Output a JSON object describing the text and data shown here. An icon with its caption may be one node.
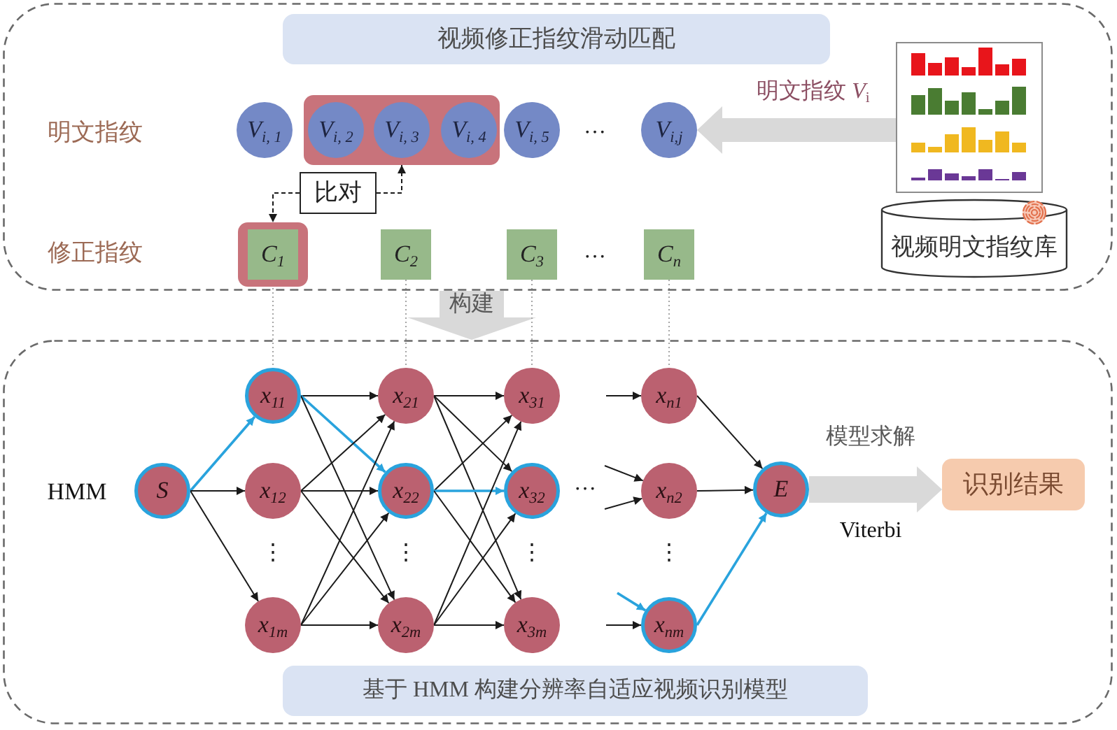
{
  "diagram": {
    "nodes": [
      {
        "text": [],
        "shape": "box"
      },
      {
        "text": [
          "视频修正指纹滑动匹配"
        ],
        "in": 0
      },
      {
        "text": [
          "V$_{i, 1}$"
        ],
        "in": 0
      },
      {
        "text": [],
        "shape": "box",
        "in": 0
      },
      {
        "text": [
          "V$_{i, 2}$"
        ],
        "in": 3
      },
      {
        "text": [
          "V$_{i, 3}$"
        ],
        "in": 3
      },
      {
        "text": [
          "V$_{i, 4}$"
        ],
        "in": 3
      },
      {
        "text": [
          "V$_{i, 5}$"
        ],
        "in": 0
      },
      {
        "text": [
          "V$_{i,j}$"
        ],
        "in": 0
      },
      {
        "text": [],
        "shape": "picture",
        "in": 0
      },
      {
        "text": [
          "比对"
        ],
        "in": 0
      },
      {
        "text": [],
        "shape": "box",
        "in": 0
      },
      {
        "text": [
          "C$_{1}$"
        ],
        "in": 11
      },
      {
        "text": [
          "C$_{2}$"
        ],
        "in": 0
      },
      {
        "text": [
          "C$_{3}$"
        ],
        "in": 0
      },
      {
        "text": [
          "C$_{n}$"
        ],
        "in": 0
      },
      {
        "text": [
          "视频明文指纹库"
        ],
        "in": 0
      },
      {
        "text": [],
        "shape": "box"
      },
      {
        "text": [
          "S"
        ],
        "in": 17
      },
      {
        "text": [
          "x$_{11}$"
        ],
        "in": 17
      },
      {
        "text": [
          "x$_{12}$"
        ],
        "in": 17
      },
      {
        "text": [
          "x$_{1m}$"
        ],
        "in": 17
      },
      {
        "text": [
          "x$_{21}$"
        ],
        "in": 17
      },
      {
        "text": [
          "x$_{22}$"
        ],
        "in": 17
      },
      {
        "text": [
          "x$_{2m}$"
        ],
        "in": 17
      },
      {
        "text": [
          "x$_{31}$"
        ],
        "in": 17
      },
      {
        "text": [
          "x$_{32}$"
        ],
        "in": 17
      },
      {
        "text": [
          "x$_{3m}$"
        ],
        "in": 17
      },
      {
        "text": [
          "x$_{n1}$"
        ],
        "in": 17
      },
      {
        "text": [
          "x$_{n2}$"
        ],
        "in": 17
      },
      {
        "text": [
          "x$_{nm}$"
        ],
        "in": 17
      },
      {
        "text": [
          "E"
        ],
        "in": 17
      },
      {
        "text": [
          "识别结果"
        ],
        "in": 17
      },
      {
        "text": [
          "基于 HMM 构建分辨率自适应视频识别模型"
        ],
        "in": 17
      }
    ],
    "edges": [
      {
        "from": 9,
        "to": 8,
        "arrow": "to",
        "label": "明文指纹 *V*$_{i}$",
        "style": "thick",
        "color": "#d9d9d9"
      },
      {
        "from": 10,
        "to": 11,
        "arrow": "to",
        "style": "dashed"
      },
      {
        "from": 10,
        "to": 3,
        "arrow": "to",
        "style": "dashed"
      },
      {
        "from": 0,
        "to": 17,
        "arrow": "to",
        "label": "构建",
        "style": "thick",
        "color": "#d9d9d9"
      },
      {
        "from": 12,
        "to": 19,
        "arrow": "none",
        "style": "dashed",
        "color": "#a6a6a6"
      },
      {
        "from": 13,
        "to": 22,
        "arrow": "none",
        "style": "dashed",
        "color": "#a6a6a6"
      },
      {
        "from": 14,
        "to": 25,
        "arrow": "none",
        "style": "dashed",
        "color": "#a6a6a6"
      },
      {
        "from": 15,
        "to": 28,
        "arrow": "none",
        "style": "dashed",
        "color": "#a6a6a6"
      },
      {
        "from": 18,
        "to": 19,
        "arrow": "to",
        "color": "#29a3dd"
      },
      {
        "from": 18,
        "to": 20,
        "arrow": "to"
      },
      {
        "from": 18,
        "to": 21,
        "arrow": "to"
      },
      {
        "from": 19,
        "to": 22,
        "arrow": "to"
      },
      {
        "from": 19,
        "to": 23,
        "arrow": "to",
        "color": "#29a3dd"
      },
      {
        "from": 19,
        "to": 24,
        "arrow": "to"
      },
      {
        "from": 20,
        "to": 22,
        "arrow": "to"
      },
      {
        "from": 20,
        "to": 23,
        "arrow": "to"
      },
      {
        "from": 20,
        "to": 24,
        "arrow": "to"
      },
      {
        "from": 21,
        "to": 22,
        "arrow": "to"
      },
      {
        "from": 21,
        "to": 23,
        "arrow": "to"
      },
      {
        "from": 21,
        "to": 24,
        "arrow": "to"
      },
      {
        "from": 22,
        "to": 25,
        "arrow": "to"
      },
      {
        "from": 22,
        "to": 26,
        "arrow": "to"
      },
      {
        "from": 22,
        "to": 27,
        "arrow": "to"
      },
      {
        "from": 23,
        "to": 25,
        "arrow": "to"
      },
      {
        "from": 23,
        "to": 26,
        "arrow": "to",
        "color": "#29a3dd"
      },
      {
        "from": 23,
        "to": 27,
        "arrow": "to"
      },
      {
        "from": 24,
        "to": 25,
        "arrow": "to"
      },
      {
        "from": 24,
        "to": 26,
        "arrow": "to"
      },
      {
        "from": 24,
        "to": 27,
        "arrow": "to"
      },
      {
        "from": null,
        "to": 28,
        "arrow": "to"
      },
      {
        "from": null,
        "to": 29,
        "arrow": "to"
      },
      {
        "from": null,
        "to": 29,
        "arrow": "to"
      },
      {
        "from": null,
        "to": 30,
        "arrow": "to",
        "color": "#29a3dd"
      },
      {
        "from": null,
        "to": 30,
        "arrow": "to"
      },
      {
        "from": 28,
        "to": 31,
        "arrow": "to"
      },
      {
        "from": 29,
        "to": 31,
        "arrow": "to"
      },
      {
        "from": 30,
        "to": 31,
        "arrow": "to",
        "color": "#29a3dd"
      },
      {
        "from": 31,
        "to": 32,
        "arrow": "to",
        "label": "模型求解",
        "style": "thick",
        "color": "#d9d9d9"
      }
    ],
    "labels": [
      "明文指纹",
      "…",
      "修正指纹",
      "…",
      "HMM",
      "…",
      "Viterbi",
      "⋮",
      "⋮",
      "⋮",
      "⋮"
    ]
  }
}
